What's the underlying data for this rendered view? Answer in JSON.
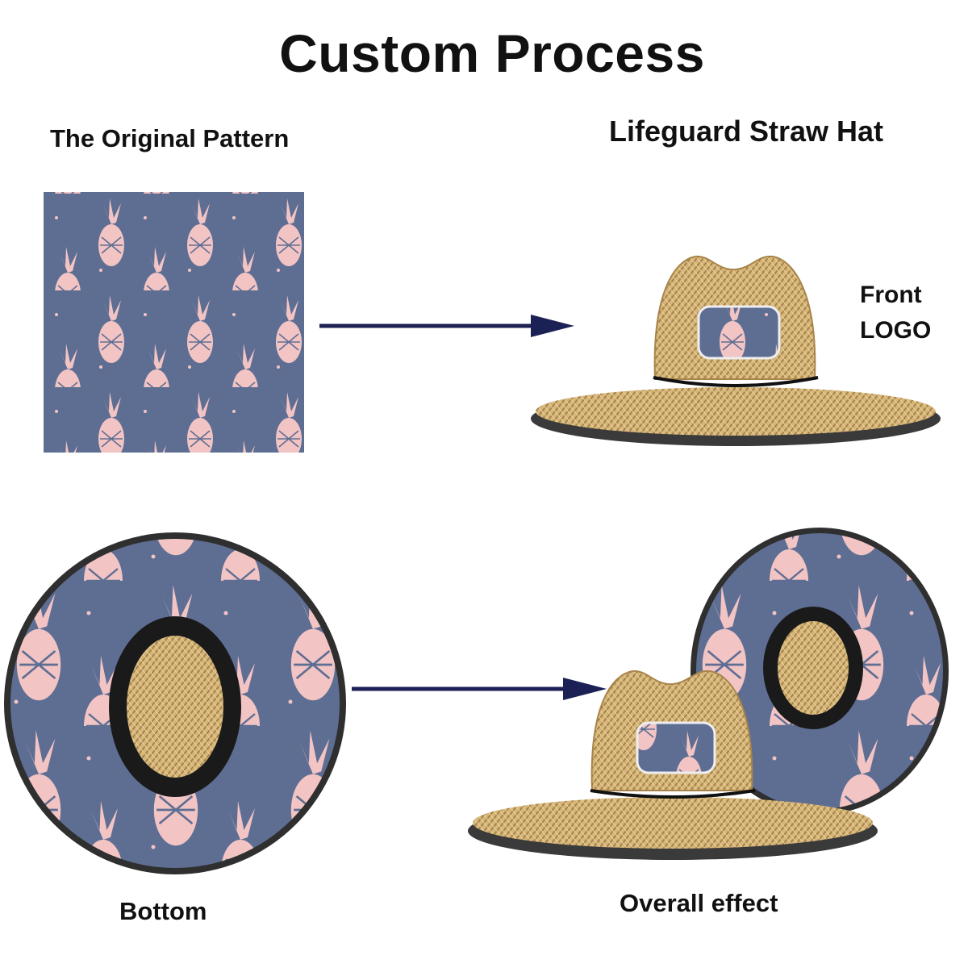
{
  "title": "Custom Process",
  "labels": {
    "original_pattern": "The Original Pattern",
    "hat_name": "Lifeguard Straw Hat",
    "front": "Front",
    "logo": "LOGO",
    "bottom": "Bottom",
    "overall": "Overall effect"
  },
  "colors": {
    "pattern_bg": "#5e6e93",
    "pineapple": "#f3c4c4",
    "straw": "#d6b679",
    "straw_dark": "#a8844a",
    "binding": "#2f2f2f",
    "arrow": "#1c2155"
  }
}
